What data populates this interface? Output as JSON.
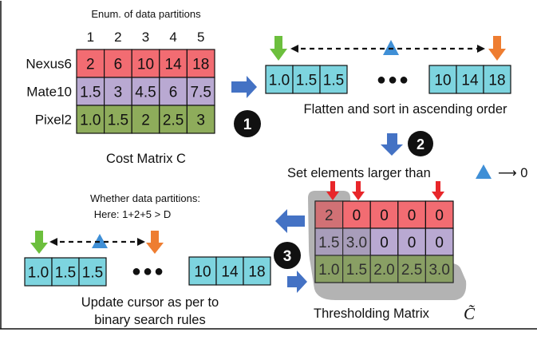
{
  "colors": {
    "red": "#f26c72",
    "purple": "#b9a9d2",
    "green": "#8eac5b",
    "cyan": "#7dd4df",
    "arrow_blue": "#4472c4",
    "triangle_blue": "#3f8fd6",
    "cursor_green": "#6cbf3d",
    "cursor_orange": "#ee7d31",
    "cursor_red": "#e8262a",
    "shadow_gray": "#a6a6a6"
  },
  "cost_matrix": {
    "header": "Enum. of data partitions",
    "columns": [
      "1",
      "2",
      "3",
      "4",
      "5"
    ],
    "rows": [
      {
        "label": "Nexus6",
        "color": "red",
        "values": [
          "2",
          "6",
          "10",
          "14",
          "18"
        ]
      },
      {
        "label": "Mate10",
        "color": "purple",
        "values": [
          "1.5",
          "3",
          "4.5",
          "6",
          "7.5"
        ]
      },
      {
        "label": "Pixel2",
        "color": "green",
        "values": [
          "1.0",
          "1.5",
          "2",
          "2.5",
          "3"
        ]
      }
    ],
    "caption": "Cost Matrix C"
  },
  "step1": {
    "badge": "1",
    "left_cells": [
      "1.0",
      "1.5",
      "1.5"
    ],
    "ellipsis": "●●●",
    "right_cells": [
      "10",
      "14",
      "18"
    ],
    "caption": "Flatten and sort in ascending order"
  },
  "step2": {
    "badge": "2",
    "caption_prefix": "Set elements larger than",
    "caption_suffix": "⟶ 0"
  },
  "threshold_matrix": {
    "rows": [
      {
        "color": "red",
        "values": [
          "2",
          "0",
          "0",
          "0",
          "0"
        ]
      },
      {
        "color": "purple",
        "values": [
          "1.5",
          "3.0",
          "0",
          "0",
          "0"
        ]
      },
      {
        "color": "green",
        "values": [
          "1.0",
          "1.5",
          "2.0",
          "2.5",
          "3.0"
        ]
      }
    ],
    "caption": "Thresholding Matrix",
    "caption_symbol": "C̃"
  },
  "step3": {
    "badge": "3",
    "note_line1": "Whether data partitions:",
    "note_line2": "Here: 1+2+5 > D",
    "left_cells": [
      "1.0",
      "1.5",
      "1.5"
    ],
    "ellipsis": "●●●",
    "right_cells": [
      "10",
      "14",
      "18"
    ],
    "caption_line1": "Update cursor as per to",
    "caption_line2": "binary search rules"
  }
}
